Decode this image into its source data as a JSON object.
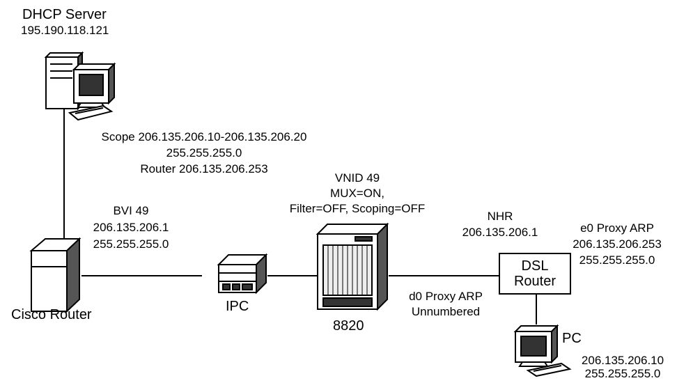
{
  "dhcp_server": {
    "name": "DHCP Server",
    "ip": "195.190.118.121"
  },
  "scope": {
    "line1": "Scope 206.135.206.10-206.135.206.20",
    "line2": "255.255.255.0",
    "line3": "Router 206.135.206.253"
  },
  "bvi": {
    "line1": "BVI 49",
    "line2": "206.135.206.1",
    "line3": "255.255.255.0"
  },
  "cisco_router": {
    "name": "Cisco Router"
  },
  "ipc": {
    "name": "IPC"
  },
  "vnid": {
    "line1": "VNID 49",
    "line2": "MUX=ON,",
    "line3": "Filter=OFF, Scoping=OFF"
  },
  "switch_8820": {
    "name": "8820"
  },
  "nhr": {
    "line1": "NHR",
    "line2": "206.135.206.1"
  },
  "d0": {
    "line1": "d0 Proxy ARP",
    "line2": "Unnumbered"
  },
  "e0": {
    "line1": "e0 Proxy ARP",
    "line2": "206.135.206.253",
    "line3": "255.255.255.0"
  },
  "dsl_router": {
    "line1": "DSL",
    "line2": "Router"
  },
  "pc": {
    "name": "PC",
    "ip": "206.135.206.10",
    "mask": "255.255.255.0"
  }
}
